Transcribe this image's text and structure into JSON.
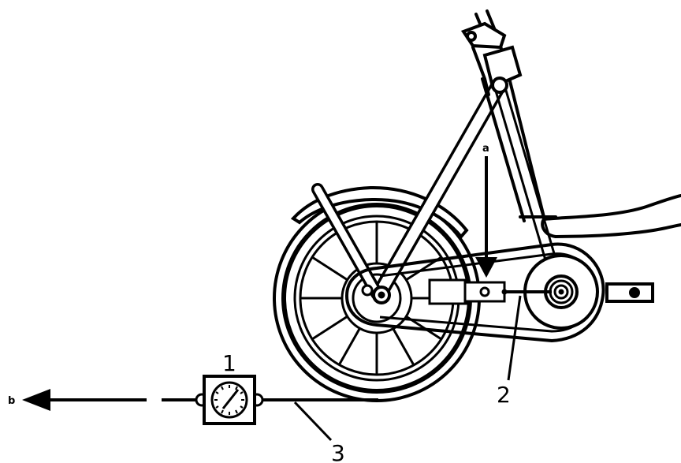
{
  "labels": {
    "gauge_number": "1",
    "chain_number": "2",
    "cable_number": "3",
    "load_point": "a",
    "pull_direction": "b"
  },
  "icons": {
    "gauge": "dial-gauge-icon",
    "arrow": "arrow-left-icon"
  },
  "colors": {
    "line": "#000000",
    "background": "#ffffff"
  }
}
